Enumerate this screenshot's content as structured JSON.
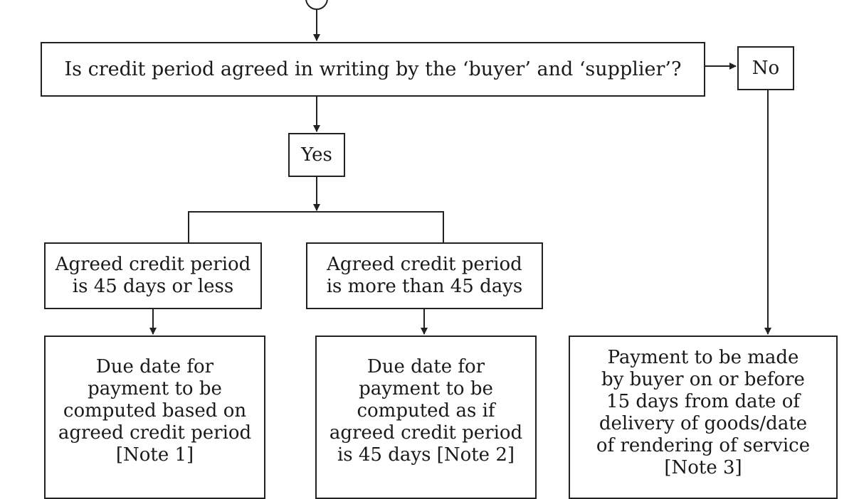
{
  "flowchart": {
    "question": "Is credit period agreed in writing by the ‘buyer’ and ‘supplier’?",
    "no_label": "No",
    "yes_label": "Yes",
    "branch_left": "Agreed credit period\nis 45 days or less",
    "branch_mid": "Agreed credit period\nis more than 45 days",
    "result_left": "Due date for\npayment to be\ncomputed based on\nagreed credit period\n[Note 1]",
    "result_mid": "Due date for\npayment to be\ncomputed as if\nagreed credit period\nis 45 days [Note 2]",
    "result_right": "Payment to be made\nby buyer on or before\n15 days from date of\ndelivery of goods/date\nof rendering of service\n[Note 3]"
  }
}
